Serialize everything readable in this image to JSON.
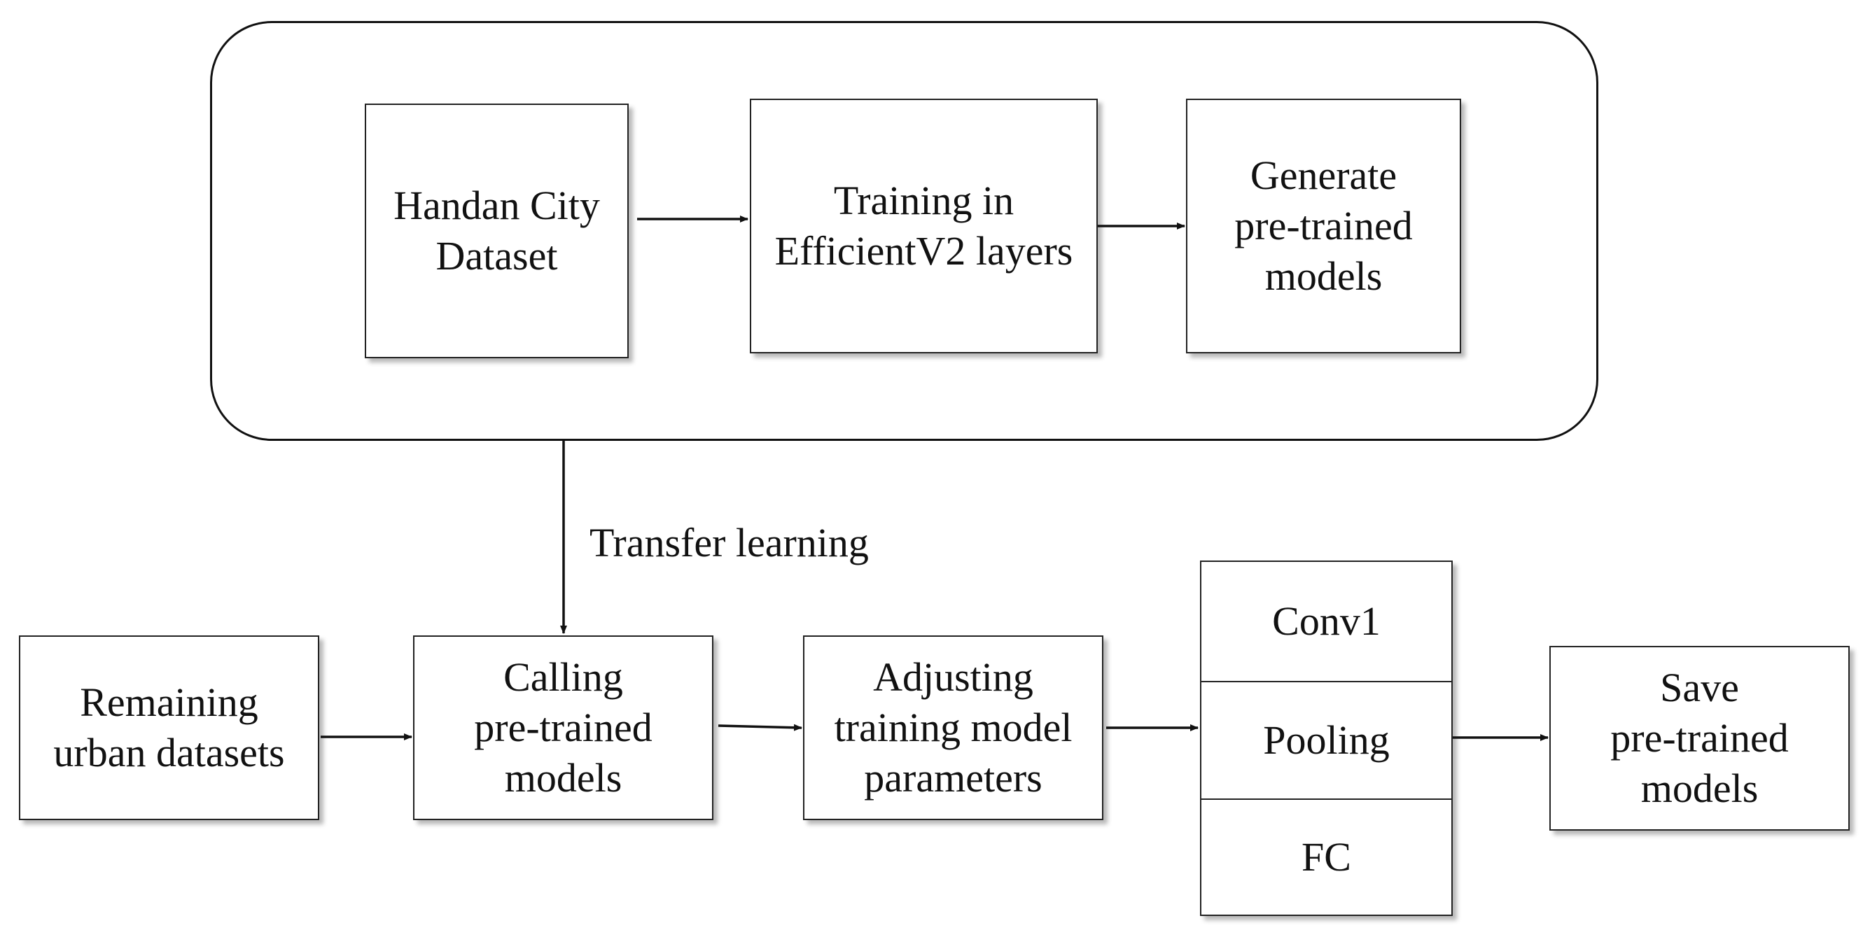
{
  "nodes": {
    "handan": "Handan City\nDataset",
    "training": "Training in\nEfficientV2 layers",
    "generate": "Generate\npre-trained\nmodels",
    "remaining": "Remaining\nurban datasets",
    "calling": "Calling\npre-trained\nmodels",
    "adjusting": "Adjusting\ntraining model\nparameters",
    "save": "Save\npre-trained\nmodels"
  },
  "layers": [
    "Conv1",
    "Pooling",
    "FC"
  ],
  "edges": {
    "transfer_label": "Transfer learning"
  }
}
